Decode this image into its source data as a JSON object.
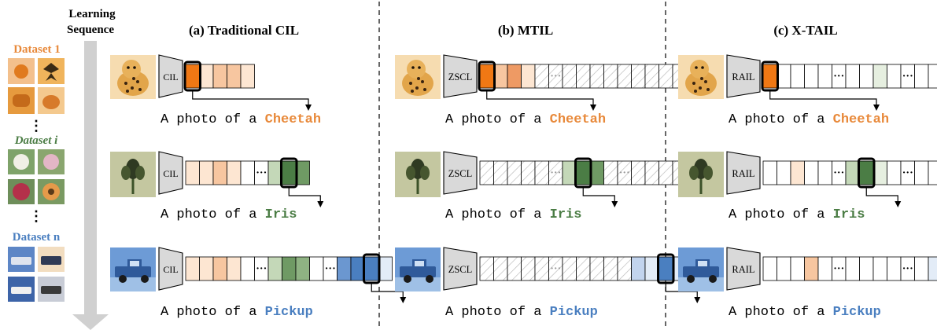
{
  "sidebar": {
    "title_line1": "Learning",
    "title_line2": "Sequence",
    "dataset_1": "Dataset 1",
    "dataset_i": "Dataset i",
    "dataset_n": "Dataset n",
    "ellipsis": "⋮"
  },
  "panels": [
    {
      "title": "(a) Traditional CIL",
      "encoder": "CIL"
    },
    {
      "title": "(b) MTIL",
      "encoder": "ZSCL"
    },
    {
      "title": "(c) X-TAIL",
      "encoder": "RAIL"
    }
  ],
  "caption_prefix": "A photo of a",
  "classes": [
    "Cheetah",
    "Iris",
    "Pickup"
  ],
  "dots": "···",
  "colors": {
    "orange": "#e8893a",
    "green": "#4b7d45",
    "blue": "#4a7fc0",
    "arrow_gray": "#cfcfcf"
  }
}
